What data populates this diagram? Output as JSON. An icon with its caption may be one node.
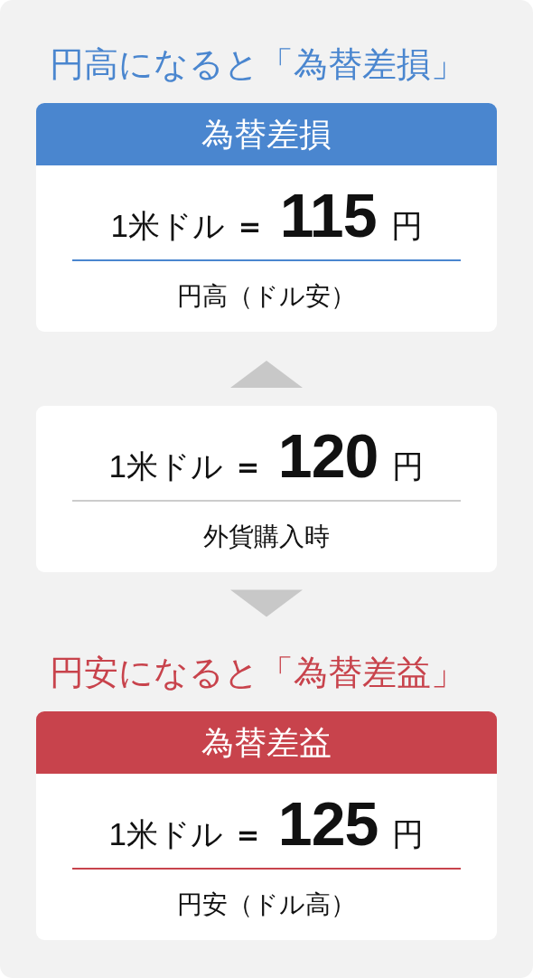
{
  "diagram": {
    "nodes": [
      {
        "text": [
          "円高になると「為替差損」",
          "為替差損",
          "1米ドル ＝ 115 円",
          "円高（ドル安）"
        ]
      },
      {
        "text": [
          "1米ドル ＝ 120 円",
          "外貨購入時"
        ]
      },
      {
        "text": [
          "円安になると「為替差益」",
          "為替差益",
          "1米ドル ＝ 125 円",
          "円安（ドル高）"
        ]
      }
    ],
    "edges": [
      {
        "from": 1,
        "to": 0,
        "arrow": "to"
      },
      {
        "from": 1,
        "to": 2,
        "arrow": "to"
      }
    ]
  }
}
